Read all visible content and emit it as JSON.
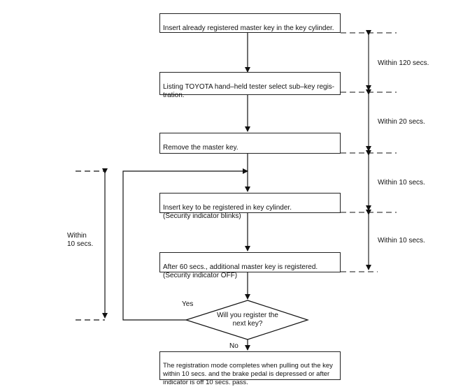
{
  "steps": {
    "step1": "Insert already registered master key in the key cylinder.",
    "step2": "Listing TOYOTA hand–held tester select sub–key regis-\ntration.",
    "step3": "Remove the master key.",
    "step4": "Insert key to be registered in key cylinder.\n(Security indicator blinks)",
    "step5": "After 60 secs., additional master key is registered.\n(Security indicator OFF)",
    "decision": "Will you register the\nnext key?",
    "end": "The registration mode completes when pulling out the key\nwithin 10 secs. and the brake pedal is depressed or after\nindicator is off 10 secs. pass."
  },
  "timing": {
    "t1": "Within 120 secs.",
    "t2": "Within 20 secs.",
    "t3": "Within 10 secs.",
    "t4": "Within 10 secs.",
    "left": "Within\n10 secs."
  },
  "branches": {
    "yes": "Yes",
    "no": "No"
  }
}
